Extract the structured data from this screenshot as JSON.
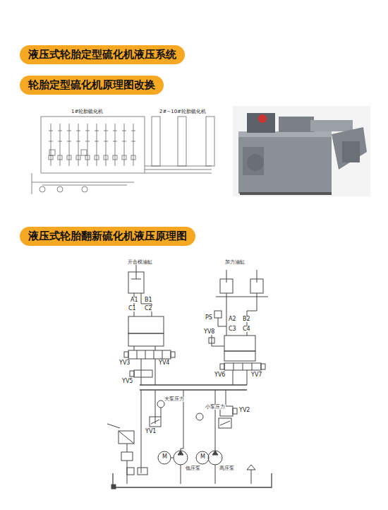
{
  "diagram": {
    "nodes": [
      {
        "text": [
          "液压式轮胎定型硫化机液压系统"
        ]
      },
      {
        "text": [
          "轮胎定型硫化机原理图改换"
        ]
      },
      {
        "text": [
          "液压式轮胎翻新硫化机液压原理图"
        ]
      }
    ],
    "labels": [
      "1#轮胎硫化机",
      "2#~10#轮胎硫化机",
      "开合模油缸",
      "加力油缸",
      "A1",
      "B1",
      "C1",
      "C2",
      "PS",
      "A2",
      "B2",
      "YV8",
      "C3",
      "C4",
      "YV3",
      "YV4",
      "YV6",
      "YV7",
      "YV5",
      "大泵压力",
      "小泵压力",
      "YV2",
      "YV1",
      "低压泵",
      "高压泵",
      "M",
      "M"
    ]
  }
}
